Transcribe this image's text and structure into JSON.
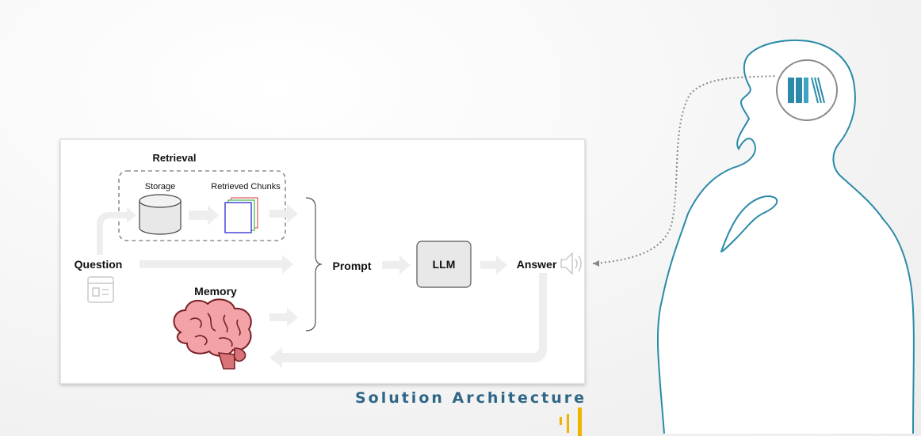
{
  "diagram": {
    "retrieval_title": "Retrieval",
    "storage_label": "Storage",
    "chunks_label": "Retrieved Chunks",
    "question_label": "Question",
    "memory_label": "Memory",
    "prompt_label": "Prompt",
    "llm_label": "LLM",
    "answer_label": "Answer"
  },
  "caption": "Solution Architecture",
  "icons": {
    "form": "form-icon",
    "database": "database-icon",
    "brain": "brain-icon",
    "speaker": "speaker-icon",
    "books": "books-icon",
    "person": "person-silhouette"
  },
  "colors": {
    "caption": "#2f6687",
    "silhouette_stroke": "#2a8aa8",
    "books": "#2a8aa8",
    "accent_bars": "#f0b400",
    "brain": "#f3a3a8"
  }
}
